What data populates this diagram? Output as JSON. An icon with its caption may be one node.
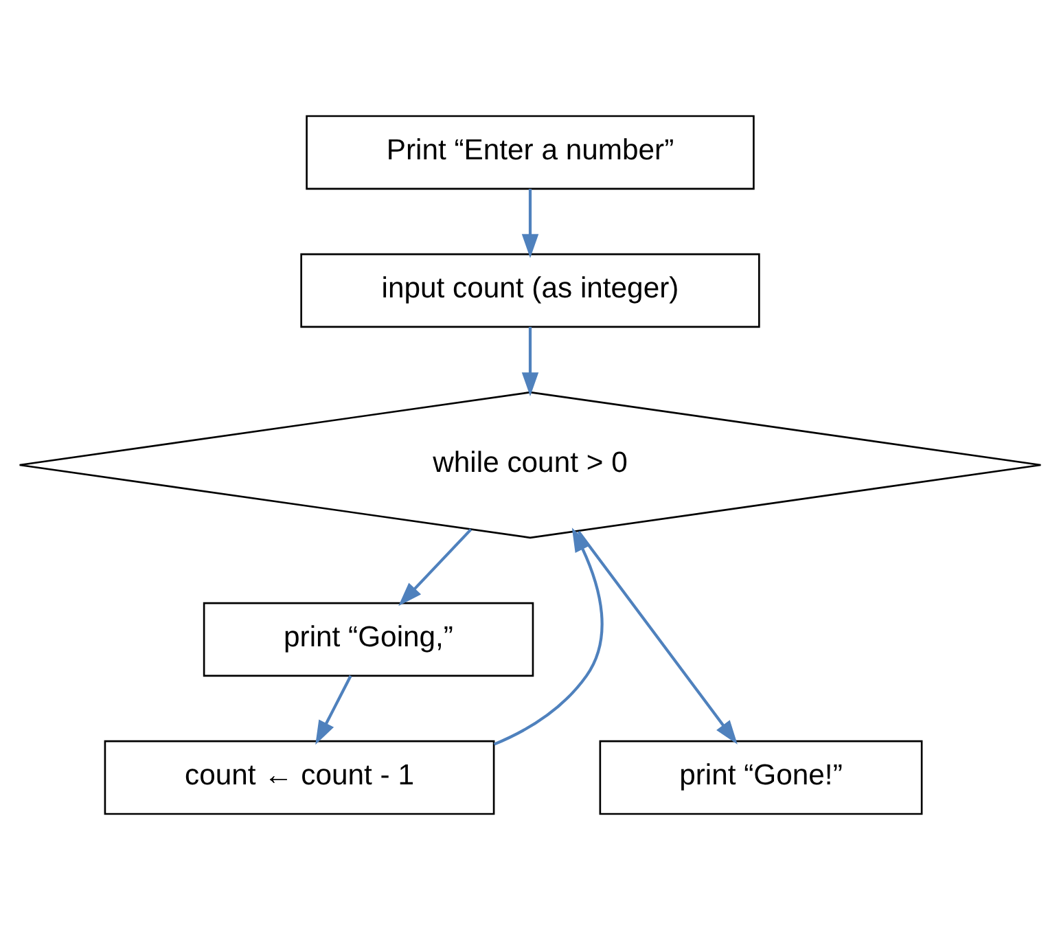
{
  "diagram": {
    "nodes": [
      {
        "text": [
          "Print “Enter a number”"
        ]
      },
      {
        "text": [
          "input count (as integer)"
        ]
      },
      {
        "text": [
          "while count > 0"
        ]
      },
      {
        "text": [
          "print “Going,”"
        ]
      },
      {
        "text": [
          "count ← count - 1"
        ]
      },
      {
        "text": [
          "print “Gone!”"
        ]
      }
    ],
    "edges": [
      {
        "from": 0,
        "to": 1,
        "arrow": "to"
      },
      {
        "from": 1,
        "to": 2,
        "arrow": "to"
      },
      {
        "from": 2,
        "to": 3,
        "arrow": "to"
      },
      {
        "from": 2,
        "to": 5,
        "arrow": "to"
      },
      {
        "from": 3,
        "to": 4,
        "arrow": "to"
      },
      {
        "from": 4,
        "to": 2,
        "arrow": "to"
      }
    ]
  }
}
